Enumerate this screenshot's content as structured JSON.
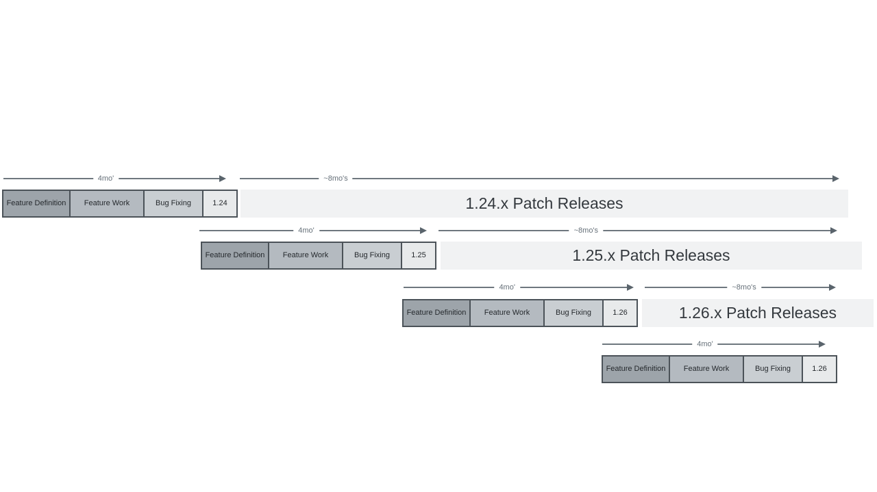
{
  "diagram": {
    "title_hint": "release cycle timeline",
    "stages": [
      "Feature Definition",
      "Feature Work",
      "Bug Fixing"
    ],
    "cycle_label": "4mo'",
    "patch_cycle_label": "~8mo's",
    "rows": [
      {
        "version": "1.24",
        "patch_label": "1.24.x Patch Releases"
      },
      {
        "version": "1.25",
        "patch_label": "1.25.x Patch Releases"
      },
      {
        "version": "1.26",
        "patch_label": "1.26.x Patch Releases"
      },
      {
        "version": "1.26",
        "patch_label": ""
      }
    ],
    "colors": {
      "background": "#ffffff",
      "box_border": "#4b5258",
      "feature_definition_fill": "#9da4aa",
      "feature_work_fill": "#b4bac0",
      "bug_fixing_fill": "#c9ced2",
      "version_box_fill": "#e8eaeb",
      "patch_bar_fill": "#f1f2f3",
      "arrow_line": "#6e777e",
      "arrow_head": "#5a646c",
      "arrow_label_text": "#667079",
      "box_text": "#25292d",
      "patch_bar_text": "#34393e"
    }
  }
}
